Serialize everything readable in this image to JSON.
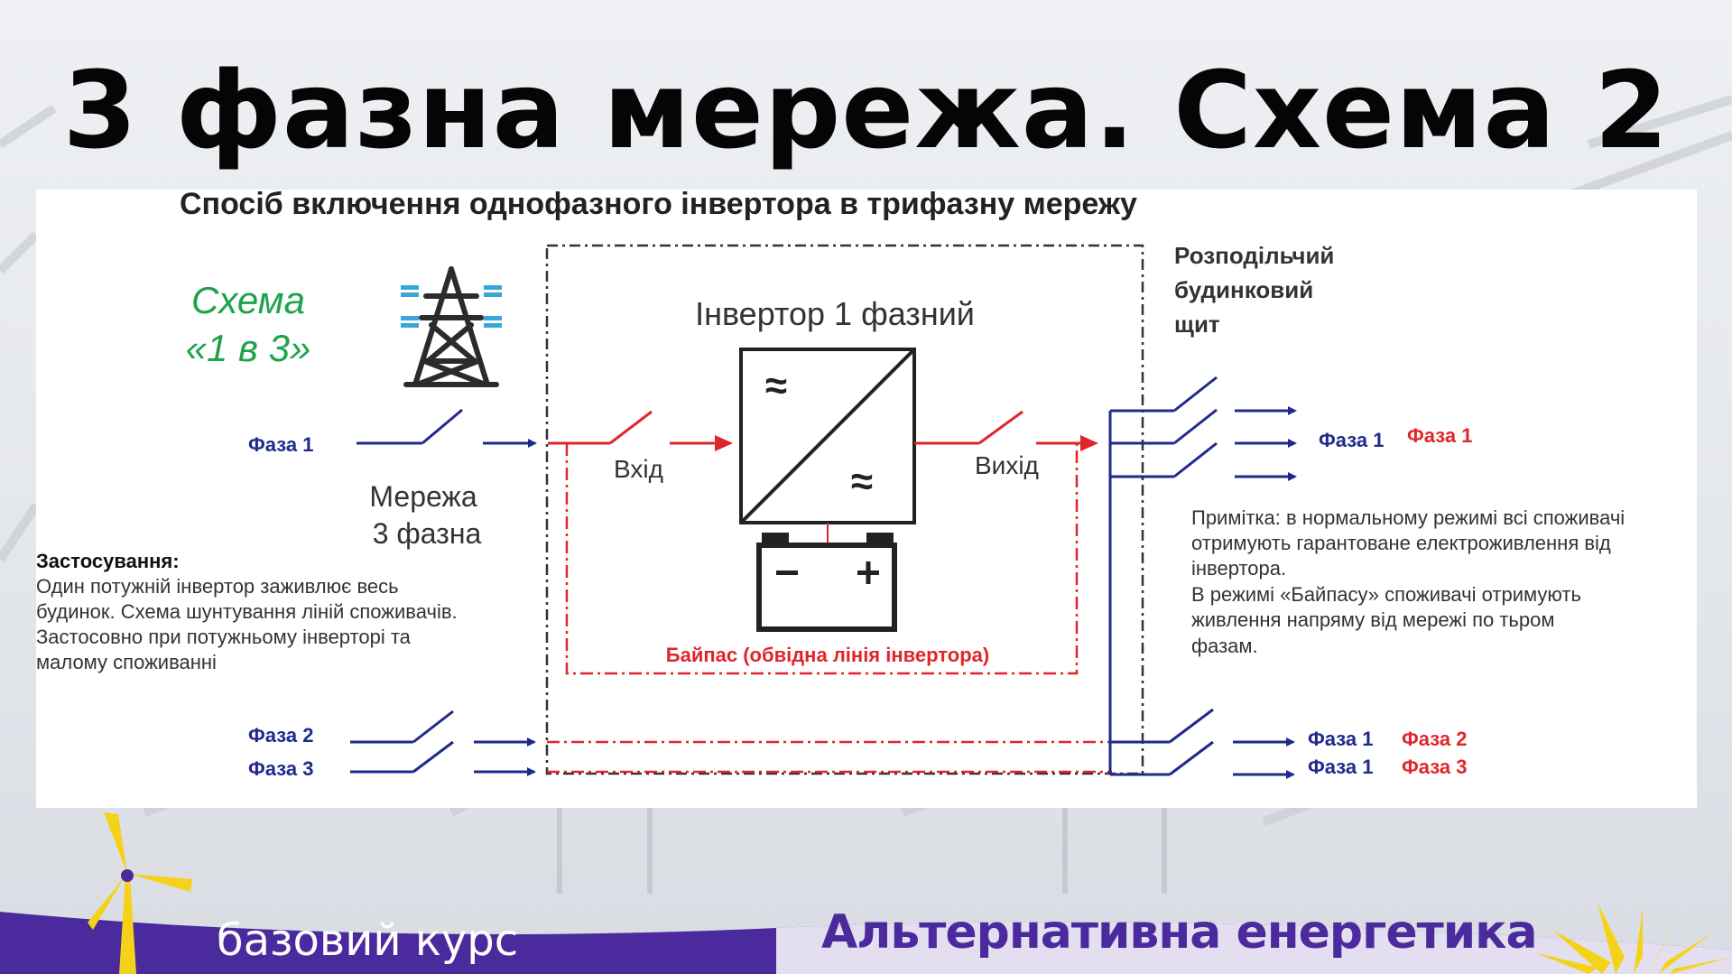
{
  "slide_title": "3 фазна мережа. Схема 2",
  "diagram": {
    "title": "Спосіб включення однофазного інвертора в трифазну мережу",
    "scheme_line1": "Схема",
    "scheme_line2": "«1 в 3»",
    "inverter_label": "Інвертор 1 фазний",
    "ac_symbol": "≈",
    "input_label": "Вхід",
    "output_label": "Вихід",
    "bypass_label": "Байпас (обвідна лінія інвертора)",
    "grid_line1": "Мережа",
    "grid_line2": "3 фазна",
    "panel_line1": "Розподільчий",
    "panel_line2": "будинковий",
    "panel_line3": "щит",
    "phase1": "Фаза 1",
    "phase2": "Фаза 2",
    "phase3": "Фаза 3",
    "out_top_blue": "Фаза 1",
    "out_top_red": "Фаза 1",
    "out_mid_blue": "Фаза 1",
    "out_mid_red": "Фаза 2",
    "out_bot_blue": "Фаза 1",
    "out_bot_red": "Фаза 3",
    "application_title": "Застосування:",
    "application_lines": [
      "Один потужній інвертор заживлює весь",
      "будинок. Схема шунтування ліній споживачів.",
      "Застосовно при потужньому інверторі та",
      "малому споживанні"
    ],
    "note_lines": [
      "Примітка: в нормальному режимі всі споживачі",
      "отримують гарантоване електроживлення від",
      "інвертора.",
      "В режимі «Байпасу» споживачі отримують",
      "живлення напряму від мережі по тьром",
      "фазам."
    ]
  },
  "footer": {
    "course_label": "базовий курс",
    "brand_label": "Альтернативна енергетика"
  },
  "colors": {
    "blue": "#1f2a8c",
    "red": "#e0262b",
    "green": "#1ea34a",
    "purple": "#4a2a9c",
    "yellow": "#f4d21a"
  }
}
